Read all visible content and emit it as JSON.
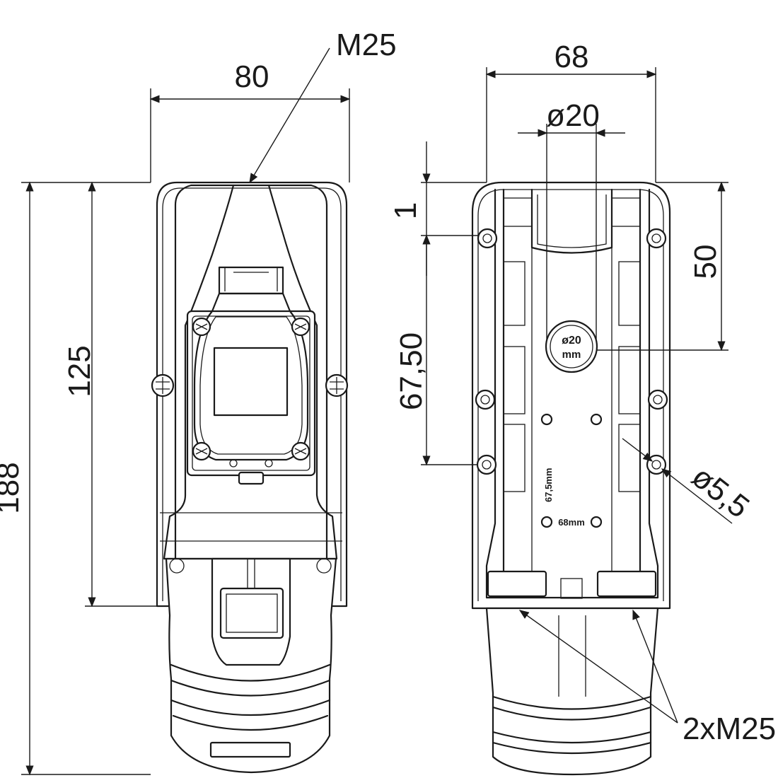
{
  "front_view": {
    "width_label": "80",
    "thread_label": "M25",
    "height_125_label": "125",
    "height_188_label": "188"
  },
  "back_view": {
    "width_label": "68",
    "hole_dia_label": "ø20",
    "offset_1_label": "1",
    "offset_50_label": "50",
    "offset_6750_label": "67,50",
    "mount_hole_label": "ø5,5",
    "glands_label": "2xM25",
    "hole_marking_top": "ø20",
    "hole_marking_bottom": "mm",
    "marking_675": "67,5mm",
    "marking_68": "68mm"
  }
}
